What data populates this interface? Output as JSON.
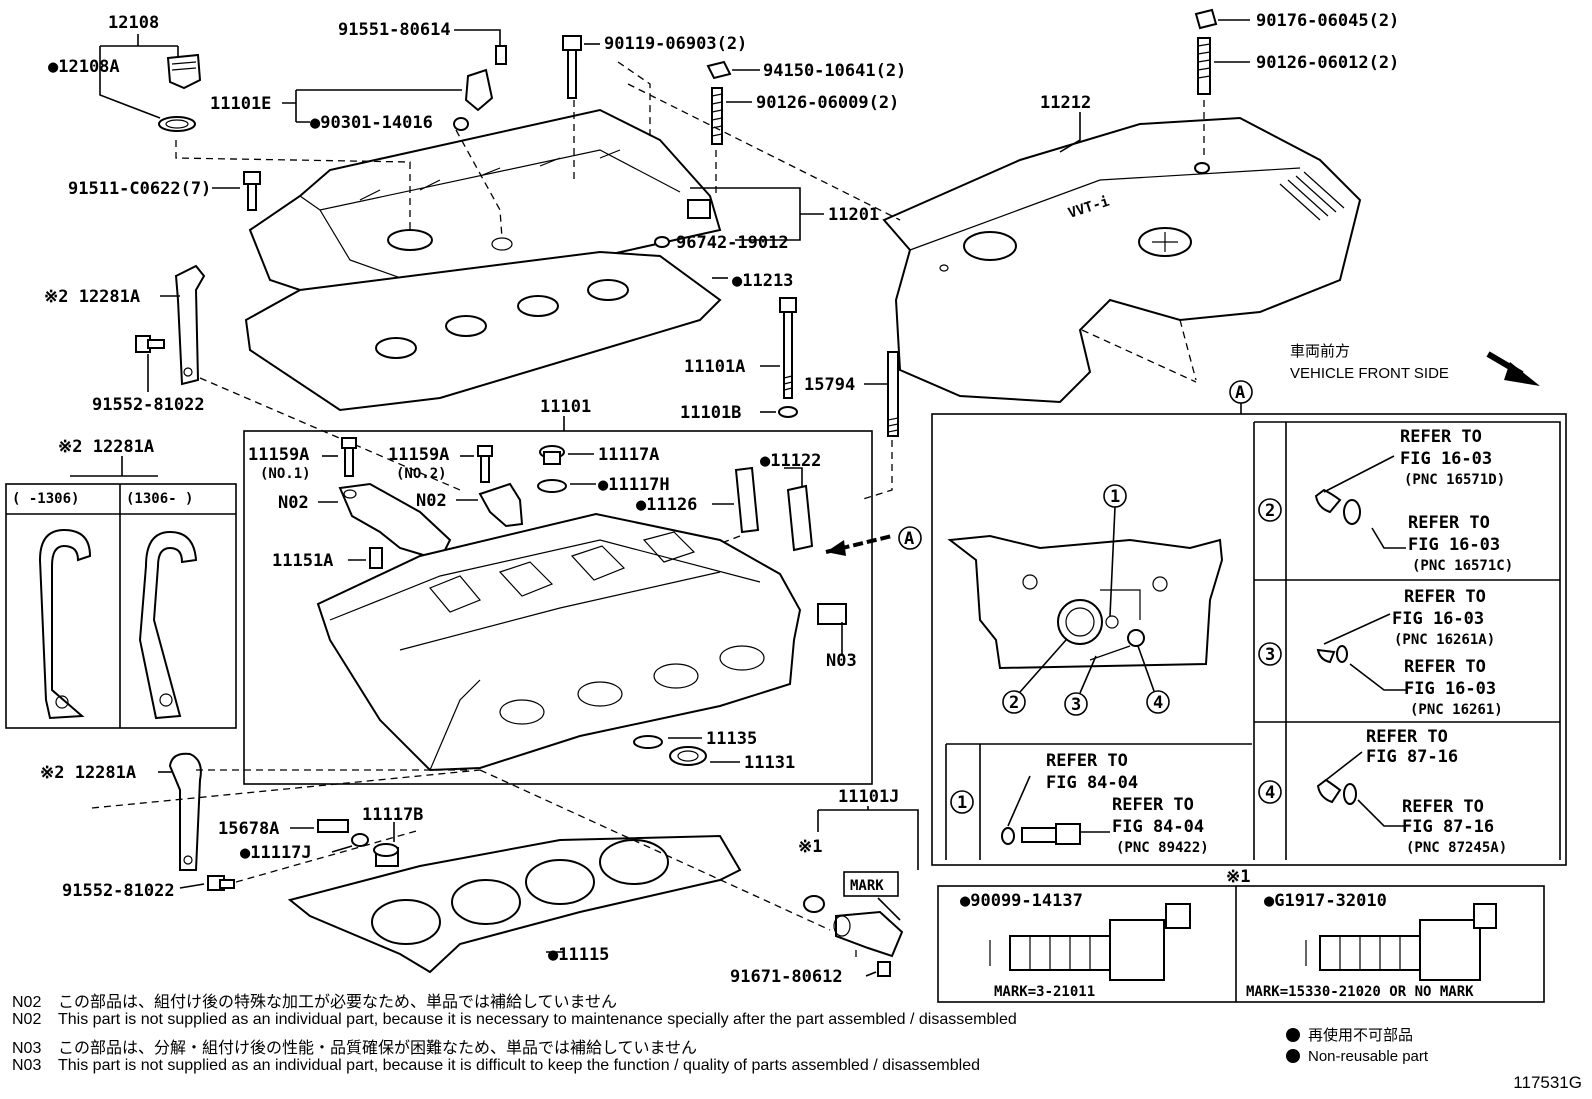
{
  "parts": {
    "p12108": "12108",
    "p12108A": "●12108A",
    "p91551": "91551-80614",
    "p90119": "90119-06903(2)",
    "p94150": "94150-10641(2)",
    "p90126_09": "90126-06009(2)",
    "p90176": "90176-06045(2)",
    "p90126_12": "90126-06012(2)",
    "p11101E": "11101E",
    "p90301": "●90301-14016",
    "p91511": "91511-C0622(7)",
    "p11201": "11201",
    "p96742": "96742-19012",
    "p11213": "●11213",
    "p11212": "11212",
    "p12281A_top": "※2 12281A",
    "p91552_top": "91552-81022",
    "p11101A": "11101A",
    "p15794": "15794",
    "p11101B": "11101B",
    "p11101": "11101",
    "p11159A_1": "11159A",
    "p11159A_1_sub": "(NO.1)",
    "p11159A_2": "11159A",
    "p11159A_2_sub": "(NO.2)",
    "p11117A": "11117A",
    "p11117H": "●11117H",
    "p11122": "●11122",
    "p11126": "●11126",
    "p11151A": "11151A",
    "n02_a": "N02",
    "n02_b": "N02",
    "n03": "N03",
    "p11135": "11135",
    "p11131": "11131",
    "p12281A_box": "※2 12281A",
    "p12281A_bot": "※2 12281A",
    "p15678A": "15678A",
    "p11117B": "11117B",
    "p11117J": "●11117J",
    "p91552_bot": "91552-81022",
    "p11115": "●11115",
    "p11101J": "11101J",
    "mark_label": "MARK",
    "star1": "※1",
    "p91671": "91671-80612",
    "circle_a": "A",
    "range_left": "(      -1306)",
    "range_right": "(1306-      )"
  },
  "vehicle_front": {
    "jp": "車両前方",
    "en": "VEHICLE FRONT SIDE"
  },
  "detail_a": {
    "label": "A",
    "callouts": [
      "1",
      "2",
      "3",
      "4"
    ],
    "ref2": {
      "a_title": "REFER TO",
      "a_fig": "FIG 16-03",
      "a_pnc": "(PNC 16571D)",
      "b_title": "REFER TO",
      "b_fig": "FIG 16-03",
      "b_pnc": "(PNC 16571C)"
    },
    "ref3": {
      "a_title": "REFER TO",
      "a_fig": "FIG 16-03",
      "a_pnc": "(PNC 16261A)",
      "b_title": "REFER TO",
      "b_fig": "FIG 16-03",
      "b_pnc": "(PNC 16261)"
    },
    "ref4": {
      "a_title": "REFER TO",
      "a_fig": "FIG 87-16",
      "b_title": "REFER TO",
      "b_fig": "FIG 87-16",
      "b_pnc": "(PNC 87245A)"
    },
    "ref1": {
      "a_title": "REFER TO",
      "a_fig": "FIG 84-04",
      "b_title": "REFER TO",
      "b_fig": "FIG 84-04",
      "b_pnc": "(PNC 89422)"
    }
  },
  "ocv_box": {
    "star": "※1",
    "left_part": "●90099-14137",
    "left_mark": "MARK=3-21011",
    "right_part": "●G1917-32010",
    "right_mark": "MARK=15330-21020 OR NO MARK"
  },
  "notes": [
    {
      "code": "N02",
      "text": "この部品は、組付け後の特殊な加工が必要なため、単品では補給していません"
    },
    {
      "code": "N02",
      "text": "This part is not supplied as an individual part, because it is necessary to maintenance specially after the part assembled / disassembled"
    },
    {
      "code": "N03",
      "text": "この部品は、分解・組付け後の性能・品質確保が困難なため、単品では補給していません"
    },
    {
      "code": "N03",
      "text": "This part is not supplied as an individual part, because it is difficult to keep the function / quality of parts  assembled / disassembled"
    }
  ],
  "legend": {
    "jp": "再使用不可部品",
    "en": "Non-reusable part"
  },
  "figure_ref": "117531G"
}
